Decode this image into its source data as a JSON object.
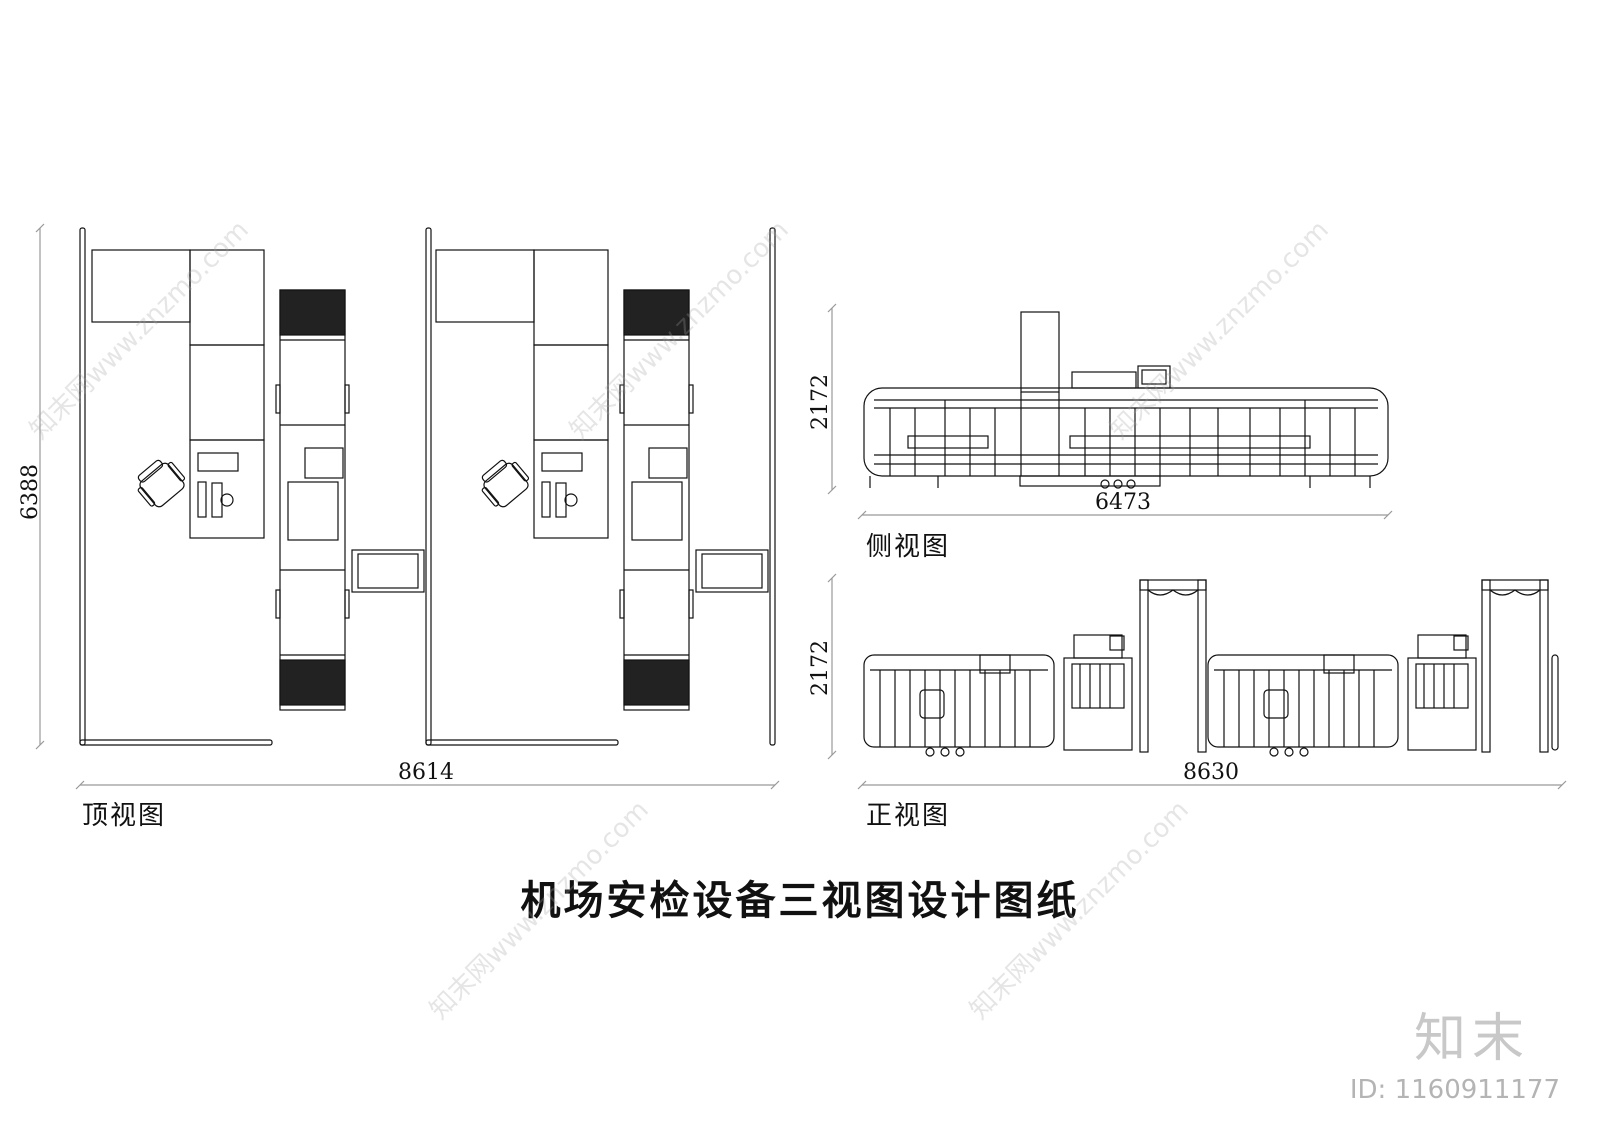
{
  "title": "机场安检设备三视图设计图纸",
  "views": {
    "top": {
      "label": "顶视图",
      "width_dim": "8614",
      "height_dim": "6388"
    },
    "side": {
      "label": "侧视图",
      "width_dim": "6473",
      "height_dim": "2172"
    },
    "front": {
      "label": "正视图",
      "width_dim": "8630",
      "height_dim": "2172"
    }
  },
  "watermark": {
    "logo": "知末",
    "id": "ID: 1160911177",
    "pattern": "知末网www.znzmo.com"
  },
  "colors": {
    "line": "#111111",
    "watermark": "#c8c8c8",
    "background": "#ffffff"
  }
}
